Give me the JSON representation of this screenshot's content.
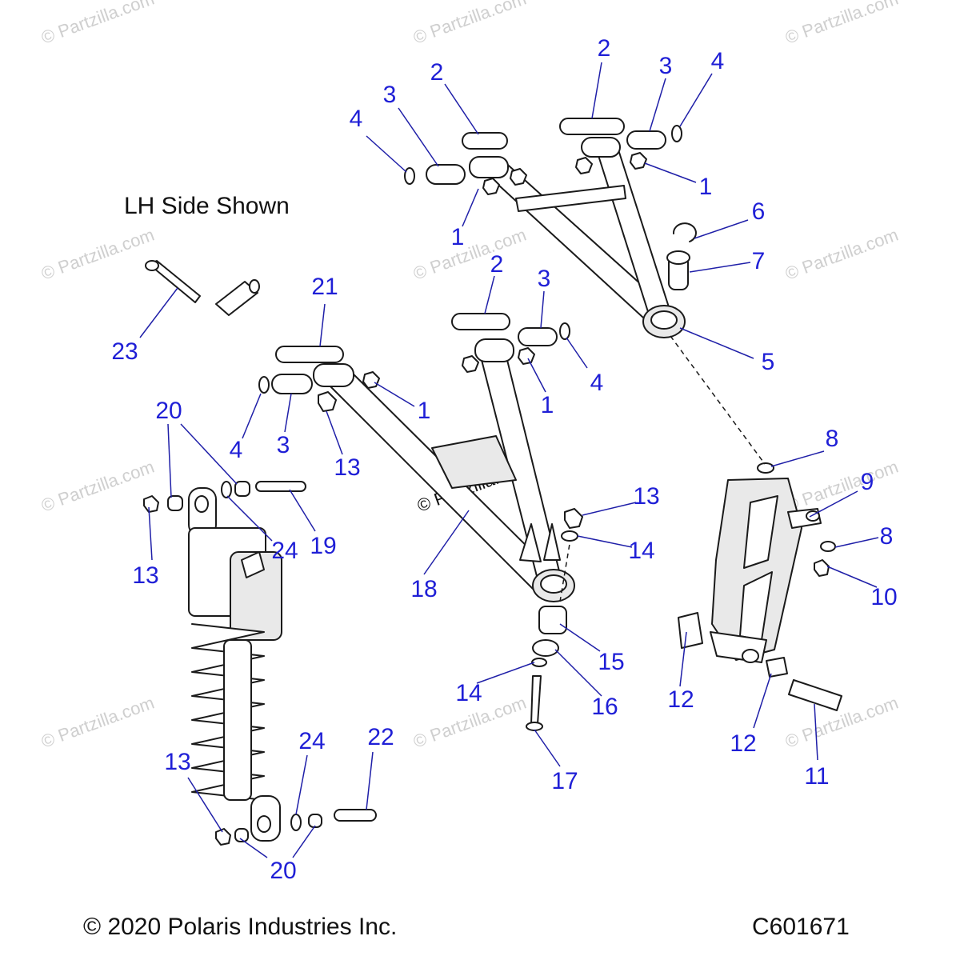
{
  "note": "LH Side Shown",
  "copyright": "© 2020 Polaris Industries Inc.",
  "diagram_code": "C601671",
  "watermark": "© Partzilla.com",
  "colors": {
    "callout": "#1f1fd6",
    "leader": "#1f1fa8",
    "line": "#1a1a1a"
  },
  "callouts": [
    "1",
    "1",
    "1",
    "1",
    "2",
    "2",
    "2",
    "3",
    "3",
    "3",
    "3",
    "4",
    "4",
    "4",
    "4",
    "5",
    "6",
    "7",
    "8",
    "8",
    "9",
    "10",
    "11",
    "12",
    "12",
    "13",
    "13",
    "13",
    "13",
    "14",
    "14",
    "15",
    "16",
    "17",
    "18",
    "19",
    "20",
    "20",
    "21",
    "22",
    "23",
    "24",
    "24"
  ]
}
